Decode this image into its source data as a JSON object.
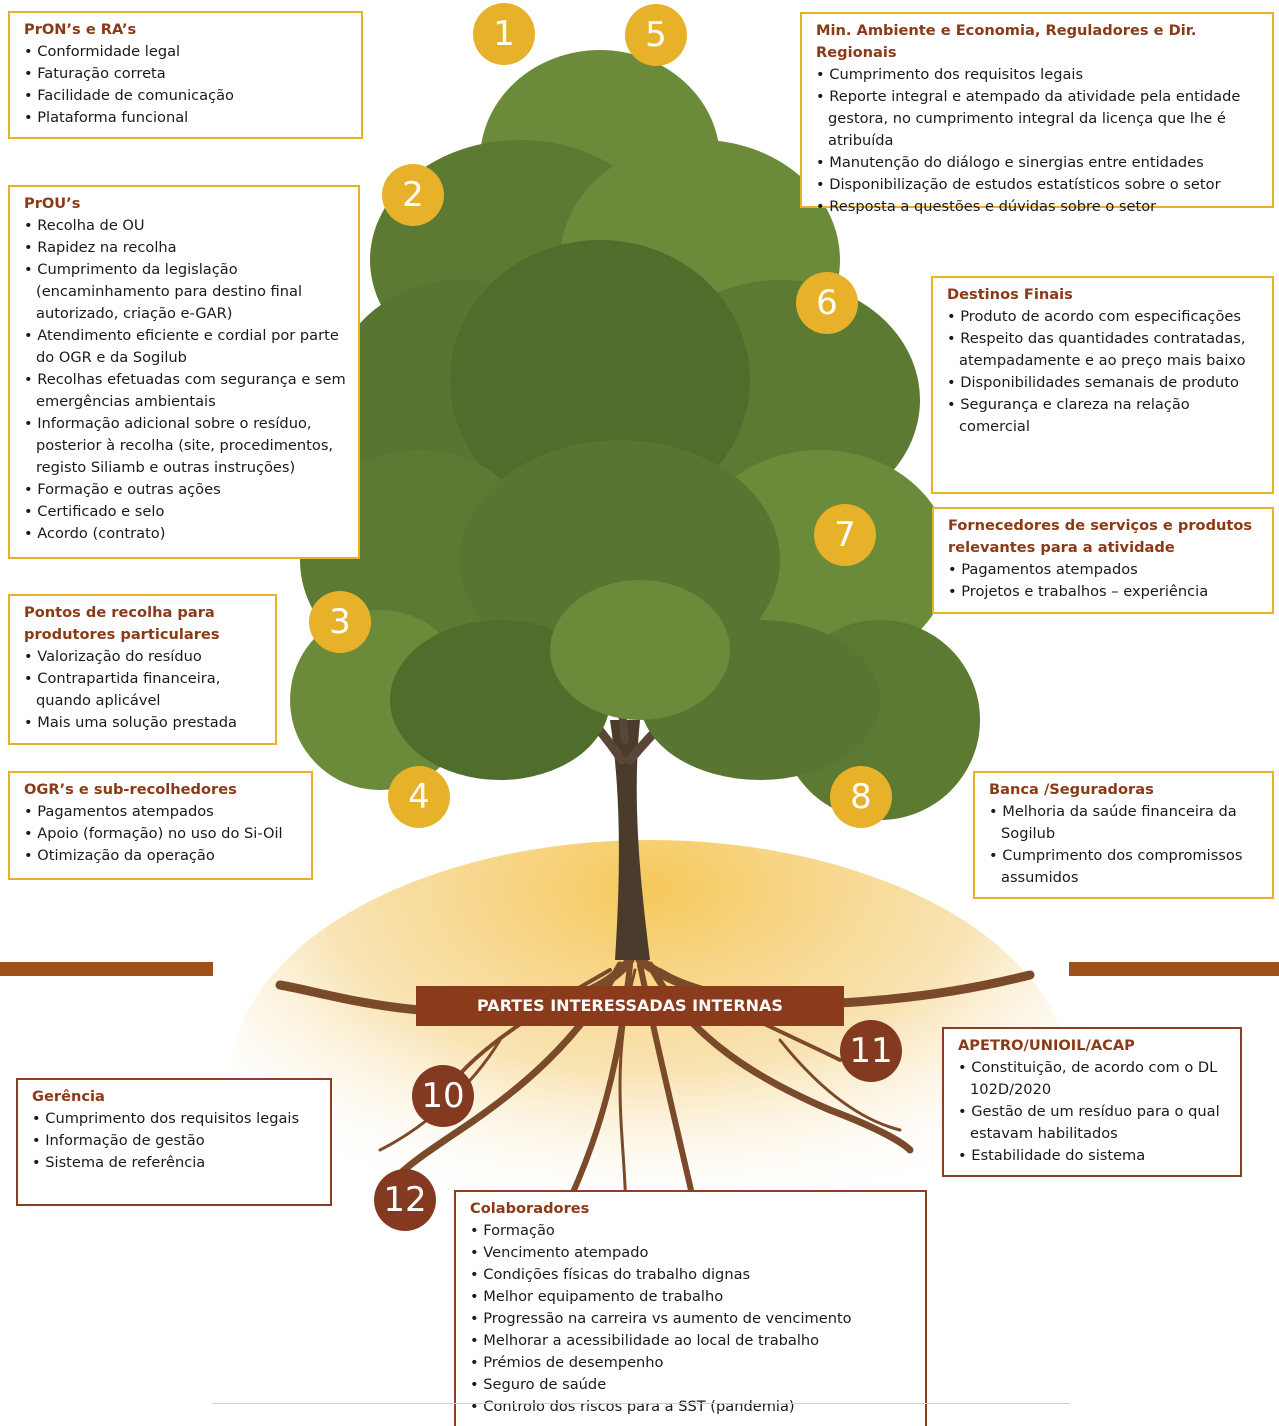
{
  "colors": {
    "external_accent": "#e8b12a",
    "internal_accent": "#843a21",
    "title_text": "#8b3a17",
    "foliage": "#5c7a32",
    "trunk": "#4a3b2c",
    "soil": "#f2c46a"
  },
  "banner": {
    "internal_label": "PARTES INTERESSADAS INTERNAS"
  },
  "external": [
    {
      "number": "1",
      "title": "PrON’s e RA’s",
      "items": [
        "Conformidade legal",
        "Faturação correta",
        "Facilidade de comunicação",
        "Plataforma funcional"
      ]
    },
    {
      "number": "2",
      "title": "PrOU’s",
      "items": [
        "Recolha de OU",
        "Rapidez na recolha",
        "Cumprimento da legislação (encaminhamento para destino final autorizado, criação e-GAR)",
        "Atendimento eficiente e cordial por parte do OGR e da Sogilub",
        "Recolhas efetuadas com segurança e sem emergências ambientais",
        "Informação adicional sobre o resíduo, posterior à recolha (site, procedimentos, registo Siliamb e outras instruções)",
        "Formação e outras ações",
        "Certificado e selo",
        "Acordo (contrato)"
      ]
    },
    {
      "number": "3",
      "title": "Pontos de recolha para produtores particulares",
      "items": [
        "Valorização do resíduo",
        "Contrapartida financeira, quando aplicável",
        "Mais uma solução prestada"
      ]
    },
    {
      "number": "4",
      "title": "OGR’s e sub-recolhedores",
      "items": [
        "Pagamentos atempados",
        "Apoio (formação) no uso do Si-Oil",
        "Otimização da operação"
      ]
    },
    {
      "number": "5",
      "title": "Min. Ambiente e Economia, Reguladores e Dir. Regionais",
      "items": [
        "Cumprimento dos requisitos legais",
        "Reporte integral e atempado da atividade pela entidade gestora, no cumprimento integral da licença que lhe é atribuída",
        "Manutenção do diálogo e sinergias entre entidades",
        "Disponibilização de estudos estatísticos sobre o setor",
        "Resposta a questões e dúvidas sobre o setor"
      ]
    },
    {
      "number": "6",
      "title": "Destinos Finais",
      "items": [
        "Produto de acordo com especificações",
        "Respeito das quantidades contratadas, atempadamente e ao preço mais baixo",
        "Disponibilidades semanais de produto",
        "Segurança e clareza na relação comercial"
      ]
    },
    {
      "number": "7",
      "title": "Fornecedores de serviços e produtos relevantes para a atividade",
      "items": [
        "Pagamentos atempados",
        "Projetos e trabalhos – experiência"
      ]
    },
    {
      "number": "8",
      "title": "Banca /Seguradoras",
      "items": [
        "Melhoria da saúde financeira da Sogilub",
        "Cumprimento dos compromissos assumidos"
      ]
    }
  ],
  "internal": [
    {
      "number": "10",
      "title": "Gerência",
      "items": [
        "Cumprimento dos requisitos legais",
        "Informação de gestão",
        "Sistema de referência"
      ]
    },
    {
      "number": "11",
      "title": "APETRO/UNIOIL/ACAP",
      "items": [
        "Constituição, de acordo com o DL 102D/2020",
        "Gestão de um resíduo para o qual estavam habilitados",
        "Estabilidade do sistema"
      ]
    },
    {
      "number": "12",
      "title": "Colaboradores",
      "items": [
        "Formação",
        "Vencimento atempado",
        "Condições físicas do trabalho dignas",
        "Melhor equipamento de trabalho",
        "Progressão na carreira vs aumento de vencimento",
        "Melhorar a acessibilidade ao local de trabalho",
        "Prémios de desempenho",
        "Seguro de saúde",
        "Controlo dos riscos para a SST (pandemia)"
      ]
    }
  ]
}
